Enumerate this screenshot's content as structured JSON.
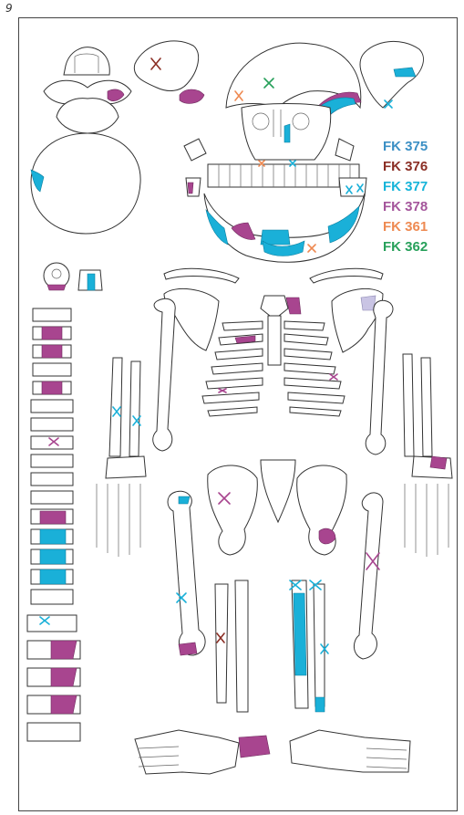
{
  "page_number": "9",
  "legend": [
    {
      "label": "FK 375",
      "color": "#3b8fc4"
    },
    {
      "label": "FK 376",
      "color": "#8b2e24"
    },
    {
      "label": "FK 377",
      "color": "#16b4d9"
    },
    {
      "label": "FK 378",
      "color": "#a4559b"
    },
    {
      "label": "FK 361",
      "color": "#ee8a52"
    },
    {
      "label": "FK 362",
      "color": "#27a05a"
    }
  ],
  "mark_colors": {
    "cyan": "#1ab0d8",
    "magenta": "#a8458f",
    "lavender": "#c9c4e4",
    "orange": "#ee8a52",
    "green": "#27a05a",
    "dark_red": "#8b2e24",
    "outline": "#333333"
  }
}
